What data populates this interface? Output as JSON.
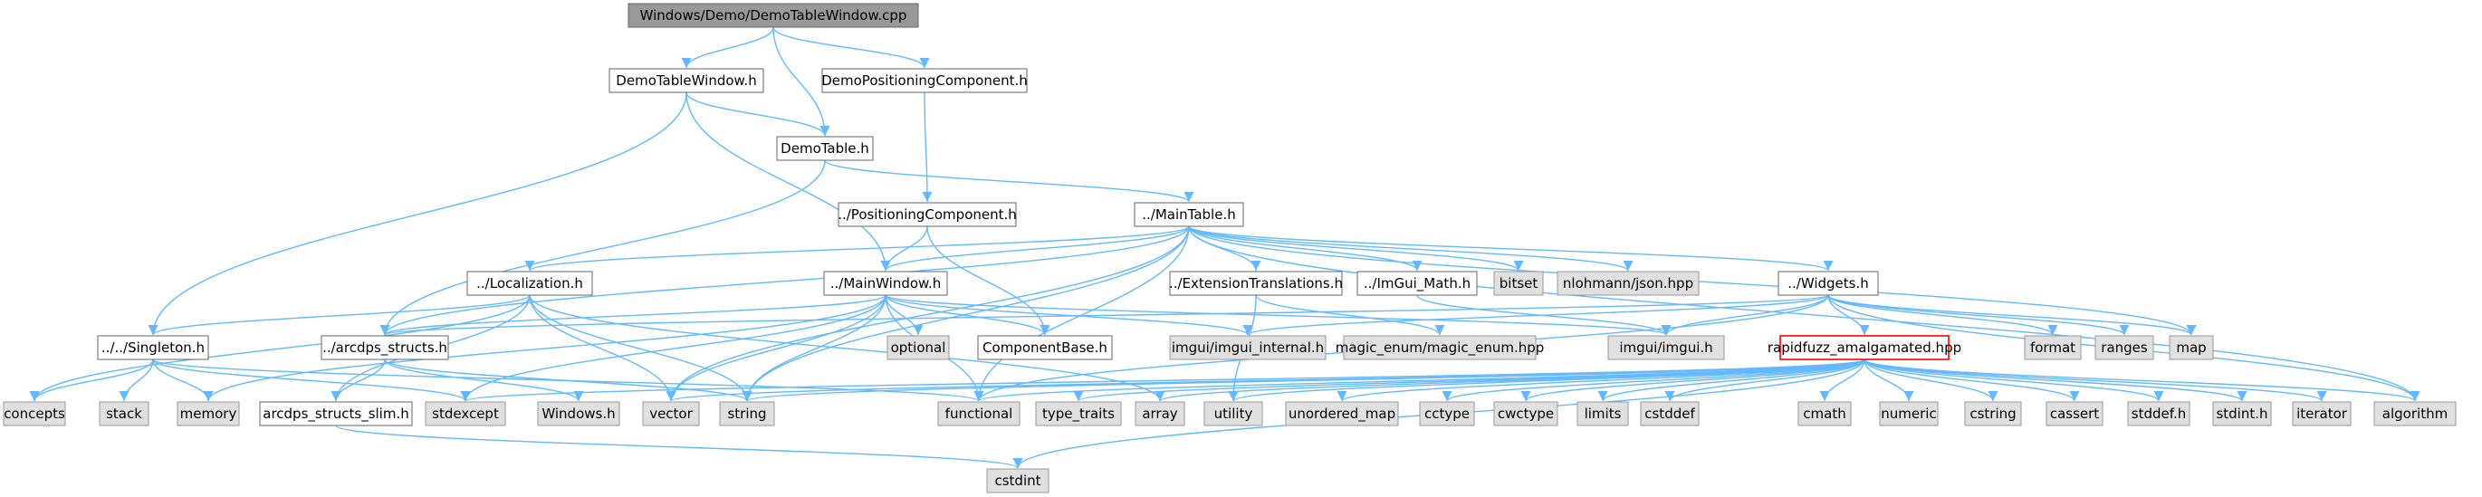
{
  "graph": {
    "colors": {
      "edge": "#63b8ff",
      "root_fill": "#999999",
      "header_fill": "#ffffff",
      "header_border": "#666666",
      "system_fill": "#e0e0e0",
      "system_border": "#999999",
      "highlight_border": "#ff0000"
    },
    "nodes": [
      {
        "id": "root",
        "label": "Windows/Demo/DemoTableWindow.cpp",
        "kind": "root"
      },
      {
        "id": "dtw",
        "label": "DemoTableWindow.h",
        "kind": "header"
      },
      {
        "id": "dpc",
        "label": "DemoPositioningComponent.h",
        "kind": "header"
      },
      {
        "id": "dt",
        "label": "DemoTable.h",
        "kind": "header"
      },
      {
        "id": "pc",
        "label": "../PositioningComponent.h",
        "kind": "header"
      },
      {
        "id": "mt",
        "label": "../MainTable.h",
        "kind": "header"
      },
      {
        "id": "loc",
        "label": "../Localization.h",
        "kind": "header"
      },
      {
        "id": "mw",
        "label": "../MainWindow.h",
        "kind": "header"
      },
      {
        "id": "et",
        "label": "../ExtensionTranslations.h",
        "kind": "header"
      },
      {
        "id": "igm",
        "label": "../ImGui_Math.h",
        "kind": "header"
      },
      {
        "id": "bitset",
        "label": "bitset",
        "kind": "system"
      },
      {
        "id": "json",
        "label": "nlohmann/json.hpp",
        "kind": "system"
      },
      {
        "id": "wid",
        "label": "../Widgets.h",
        "kind": "header"
      },
      {
        "id": "sing",
        "label": "../../Singleton.h",
        "kind": "header"
      },
      {
        "id": "arcs",
        "label": "../arcdps_structs.h",
        "kind": "header"
      },
      {
        "id": "optional",
        "label": "optional",
        "kind": "system"
      },
      {
        "id": "cb",
        "label": "ComponentBase.h",
        "kind": "header"
      },
      {
        "id": "igi",
        "label": "imgui/imgui_internal.h",
        "kind": "system"
      },
      {
        "id": "me",
        "label": "magic_enum/magic_enum.hpp",
        "kind": "system"
      },
      {
        "id": "imgui",
        "label": "imgui/imgui.h",
        "kind": "system"
      },
      {
        "id": "rf",
        "label": "rapidfuzz_amalgamated.hpp",
        "kind": "highlight"
      },
      {
        "id": "format",
        "label": "format",
        "kind": "system"
      },
      {
        "id": "ranges",
        "label": "ranges",
        "kind": "system"
      },
      {
        "id": "map",
        "label": "map",
        "kind": "system"
      },
      {
        "id": "concepts",
        "label": "concepts",
        "kind": "system"
      },
      {
        "id": "stack",
        "label": "stack",
        "kind": "system"
      },
      {
        "id": "memory",
        "label": "memory",
        "kind": "system"
      },
      {
        "id": "arcss",
        "label": "arcdps_structs_slim.h",
        "kind": "header"
      },
      {
        "id": "stdexcept",
        "label": "stdexcept",
        "kind": "system"
      },
      {
        "id": "windows",
        "label": "Windows.h",
        "kind": "system"
      },
      {
        "id": "vector",
        "label": "vector",
        "kind": "system"
      },
      {
        "id": "string",
        "label": "string",
        "kind": "system"
      },
      {
        "id": "functional",
        "label": "functional",
        "kind": "system"
      },
      {
        "id": "tt",
        "label": "type_traits",
        "kind": "system"
      },
      {
        "id": "array",
        "label": "array",
        "kind": "system"
      },
      {
        "id": "utility",
        "label": "utility",
        "kind": "system"
      },
      {
        "id": "umap",
        "label": "unordered_map",
        "kind": "system"
      },
      {
        "id": "cctype",
        "label": "cctype",
        "kind": "system"
      },
      {
        "id": "cwctype",
        "label": "cwctype",
        "kind": "system"
      },
      {
        "id": "limits",
        "label": "limits",
        "kind": "system"
      },
      {
        "id": "cstddef",
        "label": "cstddef",
        "kind": "system"
      },
      {
        "id": "cmath",
        "label": "cmath",
        "kind": "system"
      },
      {
        "id": "numeric",
        "label": "numeric",
        "kind": "system"
      },
      {
        "id": "cstring",
        "label": "cstring",
        "kind": "system"
      },
      {
        "id": "cassert",
        "label": "cassert",
        "kind": "system"
      },
      {
        "id": "stddefh",
        "label": "stddef.h",
        "kind": "system"
      },
      {
        "id": "stdinth",
        "label": "stdint.h",
        "kind": "system"
      },
      {
        "id": "iterator",
        "label": "iterator",
        "kind": "system"
      },
      {
        "id": "algorithm",
        "label": "algorithm",
        "kind": "system"
      },
      {
        "id": "cstdint",
        "label": "cstdint",
        "kind": "system"
      }
    ],
    "edges": [
      [
        "root",
        "dtw"
      ],
      [
        "root",
        "dpc"
      ],
      [
        "root",
        "dt"
      ],
      [
        "dtw",
        "dt"
      ],
      [
        "dtw",
        "mw"
      ],
      [
        "dtw",
        "sing"
      ],
      [
        "dpc",
        "pc"
      ],
      [
        "dt",
        "mt"
      ],
      [
        "dt",
        "arcs"
      ],
      [
        "pc",
        "mw"
      ],
      [
        "pc",
        "cb"
      ],
      [
        "mt",
        "loc"
      ],
      [
        "mt",
        "mw"
      ],
      [
        "mt",
        "et"
      ],
      [
        "mt",
        "igm"
      ],
      [
        "mt",
        "bitset"
      ],
      [
        "mt",
        "json"
      ],
      [
        "mt",
        "wid"
      ],
      [
        "mt",
        "arcs"
      ],
      [
        "mt",
        "vector"
      ],
      [
        "mt",
        "string"
      ],
      [
        "mt",
        "functional"
      ],
      [
        "mt",
        "map"
      ],
      [
        "mt",
        "algorithm"
      ],
      [
        "loc",
        "sing"
      ],
      [
        "loc",
        "concepts"
      ],
      [
        "loc",
        "arcss"
      ],
      [
        "loc",
        "string"
      ],
      [
        "loc",
        "vector"
      ],
      [
        "loc",
        "array"
      ],
      [
        "mw",
        "arcs"
      ],
      [
        "mw",
        "optional"
      ],
      [
        "mw",
        "cb"
      ],
      [
        "mw",
        "igi"
      ],
      [
        "mw",
        "imgui"
      ],
      [
        "mw",
        "memory"
      ],
      [
        "mw",
        "vector"
      ],
      [
        "mw",
        "string"
      ],
      [
        "mw",
        "functional"
      ],
      [
        "mw",
        "stdexcept"
      ],
      [
        "et",
        "me"
      ],
      [
        "et",
        "utility"
      ],
      [
        "igm",
        "imgui"
      ],
      [
        "wid",
        "arcs"
      ],
      [
        "wid",
        "igi"
      ],
      [
        "wid",
        "imgui"
      ],
      [
        "wid",
        "rf"
      ],
      [
        "wid",
        "format"
      ],
      [
        "wid",
        "ranges"
      ],
      [
        "wid",
        "map"
      ],
      [
        "wid",
        "algorithm"
      ],
      [
        "wid",
        "functional"
      ],
      [
        "sing",
        "concepts"
      ],
      [
        "sing",
        "stack"
      ],
      [
        "sing",
        "memory"
      ],
      [
        "sing",
        "stdexcept"
      ],
      [
        "sing",
        "functional"
      ],
      [
        "arcs",
        "arcss"
      ],
      [
        "arcs",
        "windows"
      ],
      [
        "arcs",
        "string"
      ],
      [
        "arcss",
        "cstdint"
      ],
      [
        "rf",
        "vector"
      ],
      [
        "rf",
        "string"
      ],
      [
        "rf",
        "functional"
      ],
      [
        "rf",
        "tt"
      ],
      [
        "rf",
        "array"
      ],
      [
        "rf",
        "utility"
      ],
      [
        "rf",
        "umap"
      ],
      [
        "rf",
        "cctype"
      ],
      [
        "rf",
        "cwctype"
      ],
      [
        "rf",
        "limits"
      ],
      [
        "rf",
        "cstddef"
      ],
      [
        "rf",
        "cmath"
      ],
      [
        "rf",
        "numeric"
      ],
      [
        "rf",
        "cstring"
      ],
      [
        "rf",
        "cassert"
      ],
      [
        "rf",
        "stddefh"
      ],
      [
        "rf",
        "stdinth"
      ],
      [
        "rf",
        "iterator"
      ],
      [
        "rf",
        "algorithm"
      ],
      [
        "rf",
        "cstdint"
      ],
      [
        "rf",
        "stdexcept"
      ]
    ]
  }
}
